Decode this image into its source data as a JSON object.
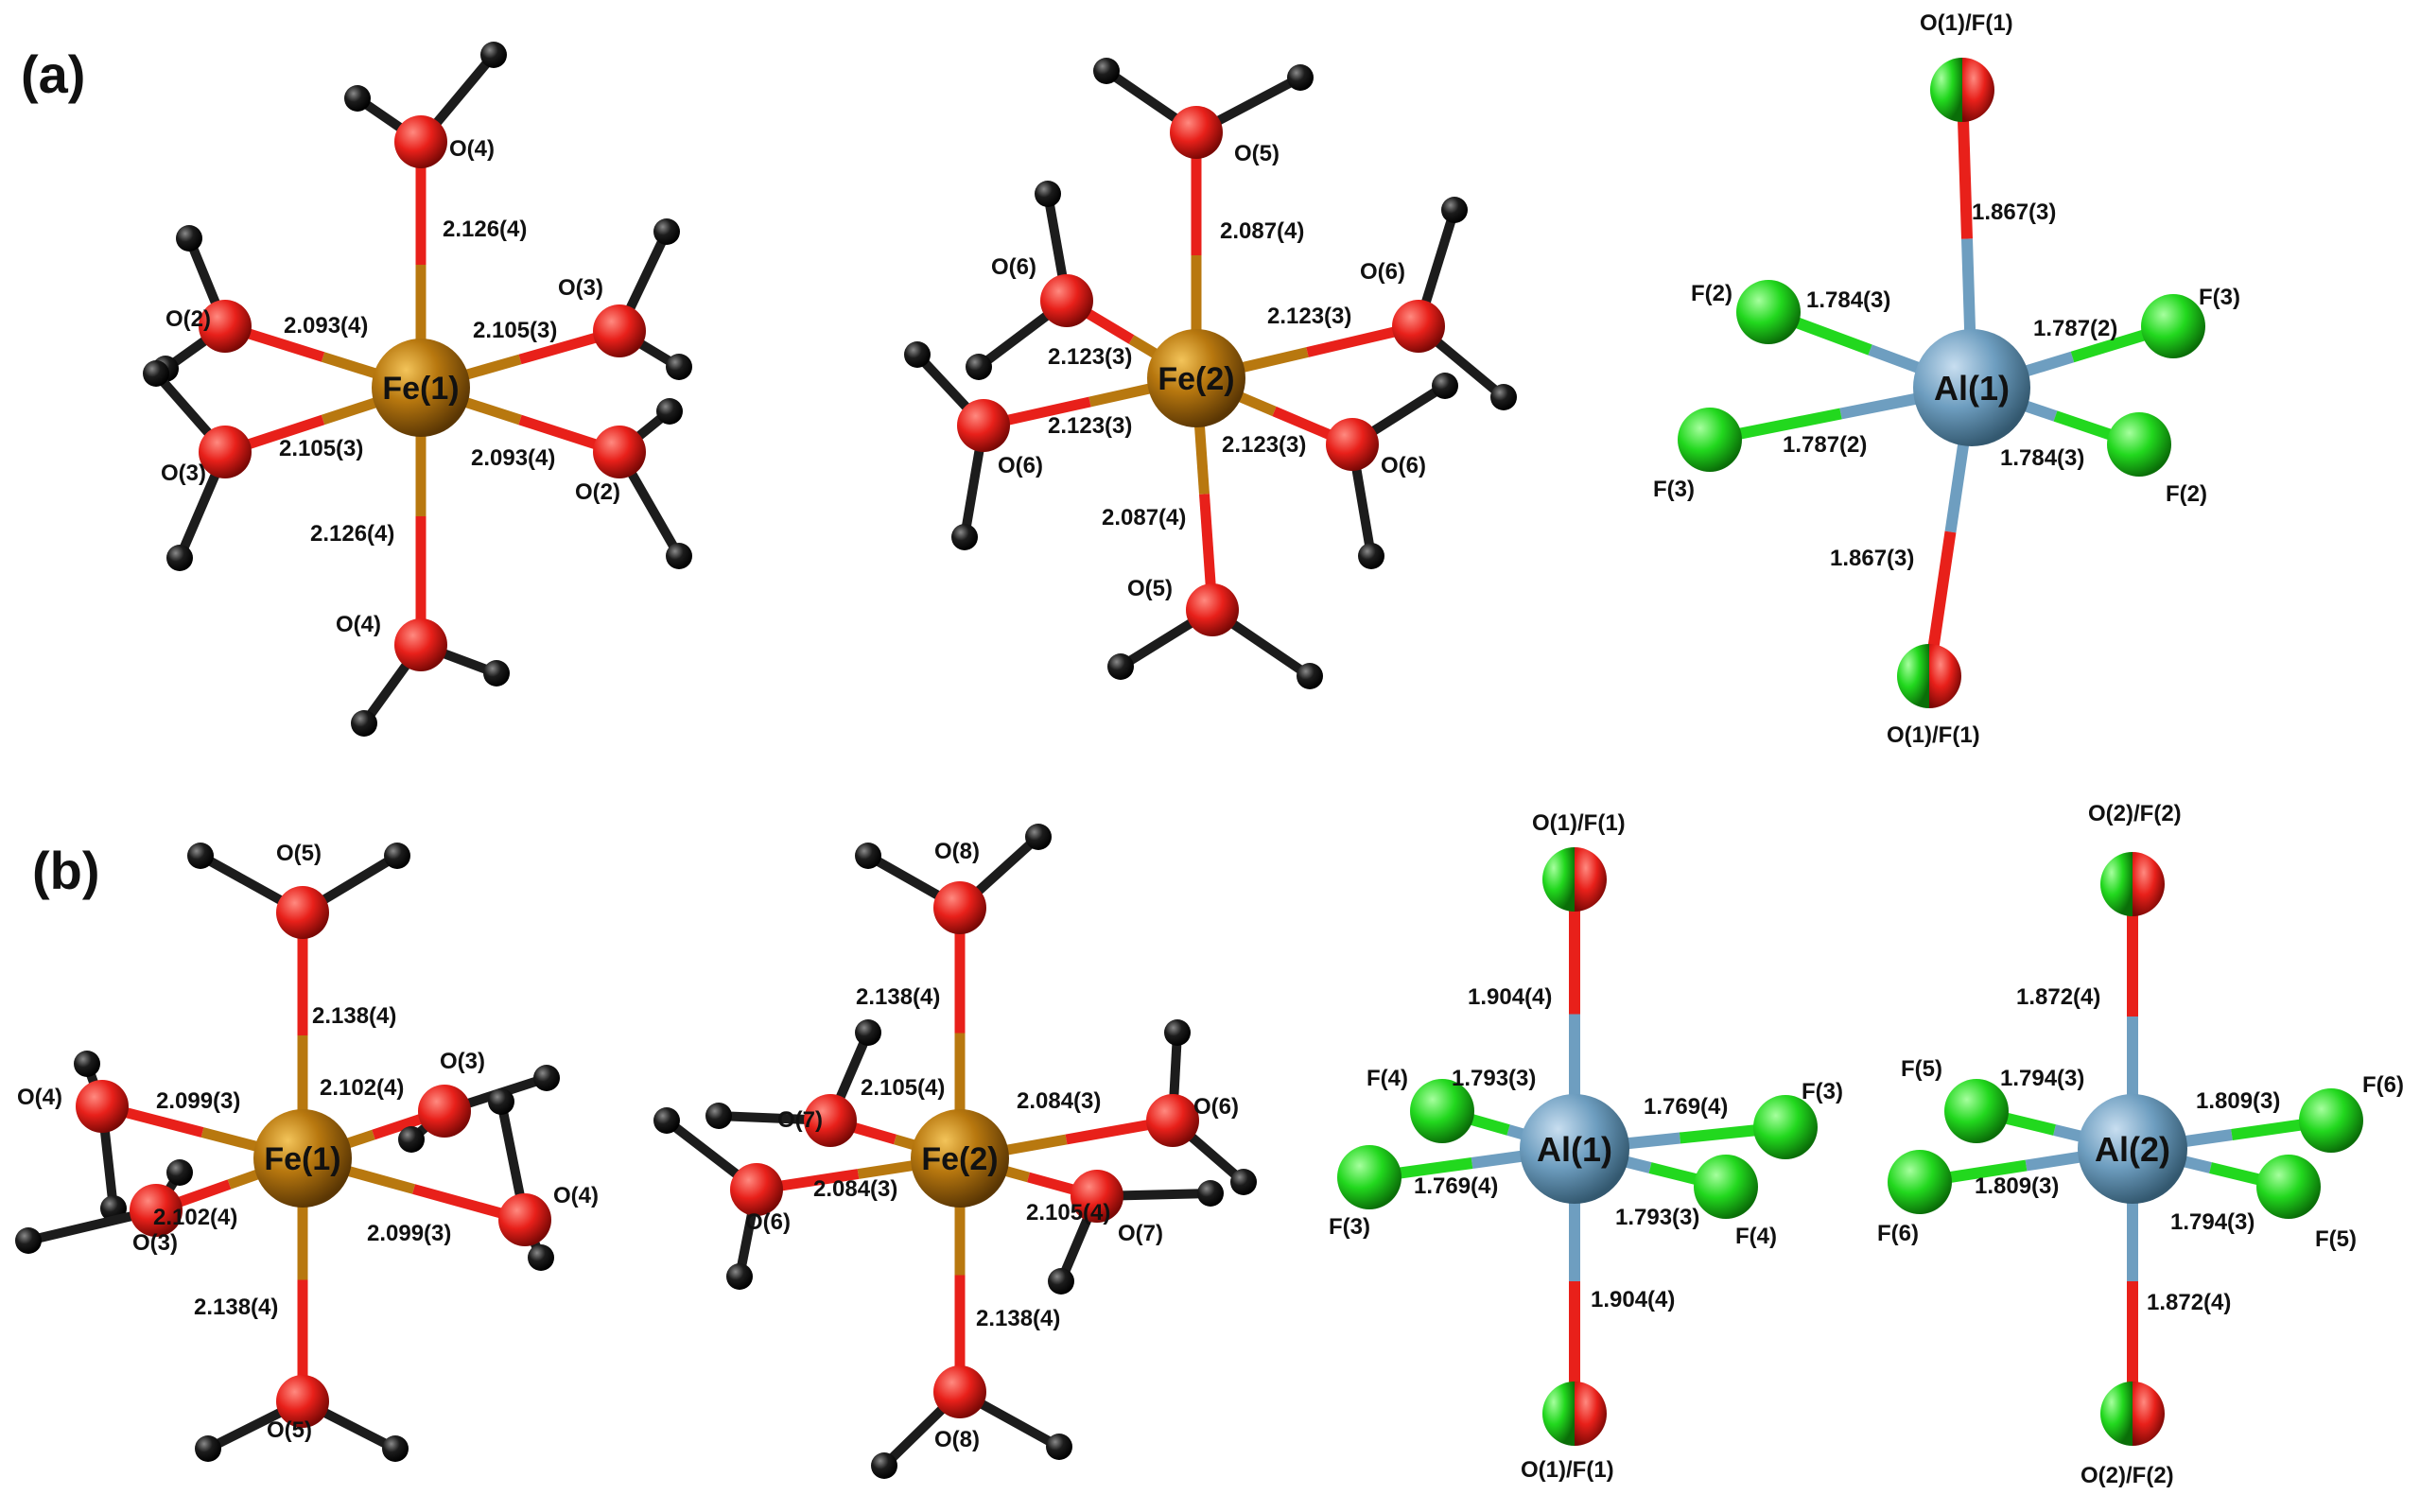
{
  "colors": {
    "fe": "#b8780f",
    "o": "#e8201a",
    "h": "#1c1c1c",
    "al": "#6e9ec0",
    "f": "#22d81e",
    "label": "#111111"
  },
  "panels": [
    {
      "label": "(a)",
      "clusters": [
        {
          "center": "Fe(1)",
          "ligands": [
            {
              "name": "O(4)",
              "bond": "2.126(4)"
            },
            {
              "name": "O(2)",
              "bond": "2.093(4)"
            },
            {
              "name": "O(3)",
              "bond": "2.105(3)"
            },
            {
              "name": "O(3)",
              "bond": "2.105(3)"
            },
            {
              "name": "O(2)",
              "bond": "2.093(4)"
            },
            {
              "name": "O(4)",
              "bond": "2.126(4)"
            }
          ]
        },
        {
          "center": "Fe(2)",
          "ligands": [
            {
              "name": "O(5)",
              "bond": "2.087(4)"
            },
            {
              "name": "O(6)",
              "bond": "2.123(3)"
            },
            {
              "name": "O(6)",
              "bond": "2.123(3)"
            },
            {
              "name": "O(6)",
              "bond": "2.123(3)"
            },
            {
              "name": "O(6)",
              "bond": "2.123(3)"
            },
            {
              "name": "O(5)",
              "bond": "2.087(4)"
            }
          ]
        },
        {
          "center": "Al(1)",
          "ligands": [
            {
              "name": "O(1)/F(1)",
              "bond": "1.867(3)"
            },
            {
              "name": "F(2)",
              "bond": "1.784(3)"
            },
            {
              "name": "F(3)",
              "bond": "1.787(2)"
            },
            {
              "name": "F(3)",
              "bond": "1.787(2)"
            },
            {
              "name": "F(2)",
              "bond": "1.784(3)"
            },
            {
              "name": "O(1)/F(1)",
              "bond": "1.867(3)"
            }
          ]
        }
      ]
    },
    {
      "label": "(b)",
      "clusters": [
        {
          "center": "Fe(1)",
          "ligands": [
            {
              "name": "O(5)",
              "bond": "2.138(4)"
            },
            {
              "name": "O(4)",
              "bond": "2.099(3)"
            },
            {
              "name": "O(3)",
              "bond": "2.102(4)"
            },
            {
              "name": "O(3)",
              "bond": "2.102(4)"
            },
            {
              "name": "O(4)",
              "bond": "2.099(3)"
            },
            {
              "name": "O(5)",
              "bond": "2.138(4)"
            }
          ]
        },
        {
          "center": "Fe(2)",
          "ligands": [
            {
              "name": "O(8)",
              "bond": "2.138(4)"
            },
            {
              "name": "O(7)",
              "bond": "2.105(4)"
            },
            {
              "name": "O(6)",
              "bond": "2.084(3)"
            },
            {
              "name": "O(6)",
              "bond": "2.084(3)"
            },
            {
              "name": "O(7)",
              "bond": "2.105(4)"
            },
            {
              "name": "O(8)",
              "bond": "2.138(4)"
            }
          ]
        },
        {
          "center": "Al(1)",
          "ligands": [
            {
              "name": "O(1)/F(1)",
              "bond": "1.904(4)"
            },
            {
              "name": "F(4)",
              "bond": "1.793(3)"
            },
            {
              "name": "F(3)",
              "bond": "1.769(4)"
            },
            {
              "name": "F(3)",
              "bond": "1.769(4)"
            },
            {
              "name": "F(4)",
              "bond": "1.793(3)"
            },
            {
              "name": "O(1)/F(1)",
              "bond": "1.904(4)"
            }
          ]
        },
        {
          "center": "Al(2)",
          "ligands": [
            {
              "name": "O(2)/F(2)",
              "bond": "1.872(4)"
            },
            {
              "name": "F(5)",
              "bond": "1.794(3)"
            },
            {
              "name": "F(6)",
              "bond": "1.809(3)"
            },
            {
              "name": "F(6)",
              "bond": "1.809(3)"
            },
            {
              "name": "F(5)",
              "bond": "1.794(3)"
            },
            {
              "name": "O(2)/F(2)",
              "bond": "1.872(4)"
            }
          ]
        }
      ]
    }
  ]
}
